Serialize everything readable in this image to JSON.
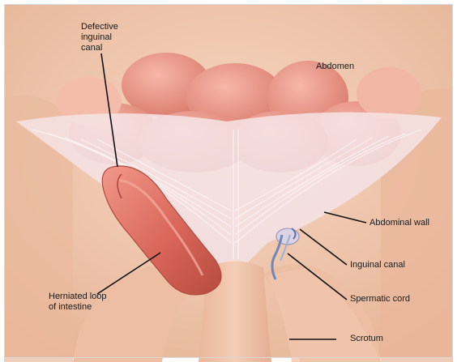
{
  "labels": {
    "defective_inguinal_canal": "Defective\ninguinal\ncanal",
    "abdomen": "Abdomen",
    "abdominal_wall": "Abdominal wall",
    "inguinal_canal": "Inguinal canal",
    "spermatic_cord": "Spermatic cord",
    "herniated_loop": "Herniated loop\nof intestine",
    "scrotum": "Scrotum"
  },
  "colors": {
    "skin": "#f1c7ad",
    "intestine": "#e98f83",
    "hernia": "#d9675a",
    "muscle_fibers": "#f8ecef",
    "leader_lines": "#111111"
  }
}
